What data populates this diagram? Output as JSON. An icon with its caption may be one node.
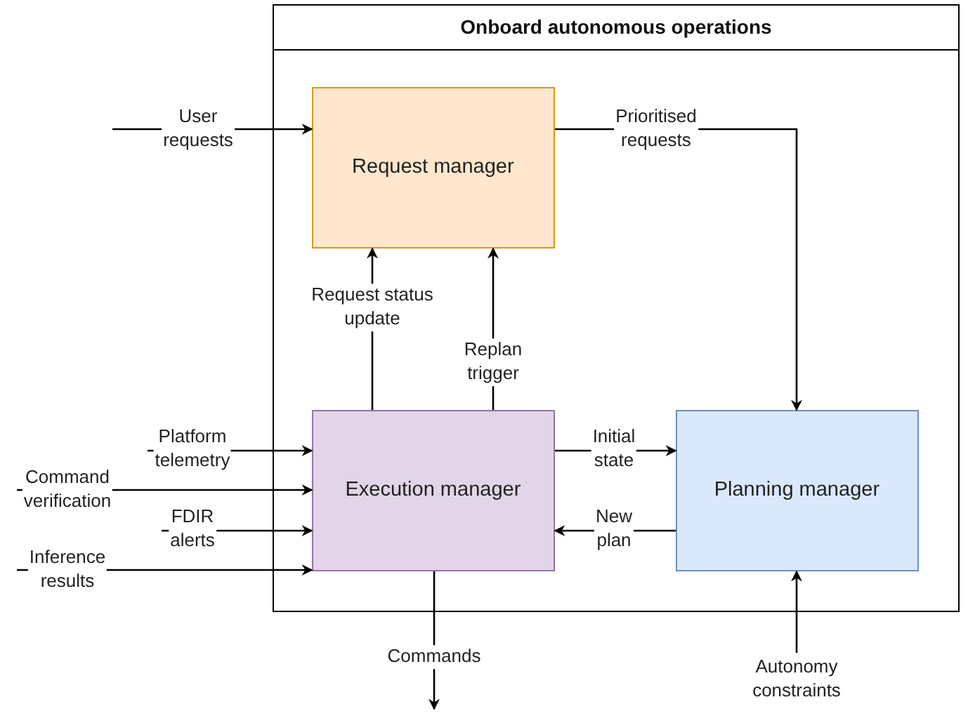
{
  "diagram": {
    "nodes": [
      {
        "text": [
          "Onboard autonomous operations"
        ]
      },
      {
        "text": [
          "Request manager"
        ],
        "in": 0
      },
      {
        "text": [
          "Execution manager"
        ],
        "in": 0
      },
      {
        "text": [
          "Planning manager"
        ],
        "in": 0
      }
    ],
    "edges": [
      {
        "from": null,
        "to": 1,
        "arrow": "to",
        "label": "User requests"
      },
      {
        "from": 1,
        "to": 3,
        "arrow": "to",
        "label": "Prioritised requests"
      },
      {
        "from": 2,
        "to": 1,
        "arrow": "to",
        "label": "Request status update"
      },
      {
        "from": 2,
        "to": 1,
        "arrow": "to",
        "label": "Replan trigger"
      },
      {
        "from": 2,
        "to": 3,
        "arrow": "to",
        "label": "Initial state"
      },
      {
        "from": 3,
        "to": 2,
        "arrow": "to",
        "label": "New plan"
      },
      {
        "from": null,
        "to": 2,
        "arrow": "to",
        "label": "Platform telemetry"
      },
      {
        "from": null,
        "to": 2,
        "arrow": "to",
        "label": "Command verification"
      },
      {
        "from": null,
        "to": 2,
        "arrow": "to",
        "label": "FDIR alerts"
      },
      {
        "from": null,
        "to": 2,
        "arrow": "to",
        "label": "Inference results"
      },
      {
        "from": 2,
        "to": null,
        "arrow": "to",
        "label": "Commands"
      },
      {
        "from": null,
        "to": 3,
        "arrow": "to",
        "label": "Autonomy constraints"
      }
    ]
  }
}
